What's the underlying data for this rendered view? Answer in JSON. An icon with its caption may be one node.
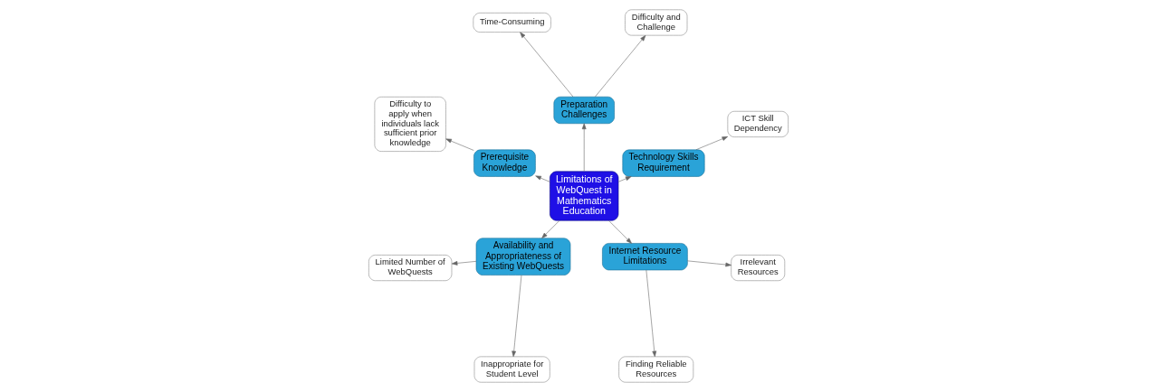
{
  "diagram": {
    "nodes": [
      {
        "text": [
          "Limitations of WebQuest in Mathematics Education"
        ]
      },
      {
        "text": [
          "Technology Skills Requirement"
        ]
      },
      {
        "text": [
          "ICT Skill Dependency"
        ]
      },
      {
        "text": [
          "Preparation Challenges"
        ]
      },
      {
        "text": [
          "Difficulty and Challenge"
        ]
      },
      {
        "text": [
          "Time-Consuming"
        ]
      },
      {
        "text": [
          "Prerequisite Knowledge"
        ]
      },
      {
        "text": [
          "Difficulty to apply when individuals lack sufficient prior knowledge"
        ]
      },
      {
        "text": [
          "Availability and Appropriateness of Existing WebQuests"
        ]
      },
      {
        "text": [
          "Limited Number of WebQuests"
        ]
      },
      {
        "text": [
          "Inappropriate for Student Level"
        ]
      },
      {
        "text": [
          "Internet Resource Limitations"
        ]
      },
      {
        "text": [
          "Finding Reliable Resources"
        ]
      },
      {
        "text": [
          "Irrelevant Resources"
        ]
      }
    ],
    "edges": [
      {
        "from": 0,
        "to": 1,
        "arrow": "to"
      },
      {
        "from": 1,
        "to": 2,
        "arrow": "to"
      },
      {
        "from": 0,
        "to": 3,
        "arrow": "to"
      },
      {
        "from": 3,
        "to": 4,
        "arrow": "to"
      },
      {
        "from": 3,
        "to": 5,
        "arrow": "to"
      },
      {
        "from": 0,
        "to": 6,
        "arrow": "to"
      },
      {
        "from": 6,
        "to": 7,
        "arrow": "to"
      },
      {
        "from": 0,
        "to": 8,
        "arrow": "to"
      },
      {
        "from": 8,
        "to": 9,
        "arrow": "to"
      },
      {
        "from": 8,
        "to": 10,
        "arrow": "to"
      },
      {
        "from": 0,
        "to": 11,
        "arrow": "to"
      },
      {
        "from": 11,
        "to": 12,
        "arrow": "to"
      },
      {
        "from": 11,
        "to": 13,
        "arrow": "to"
      }
    ]
  }
}
